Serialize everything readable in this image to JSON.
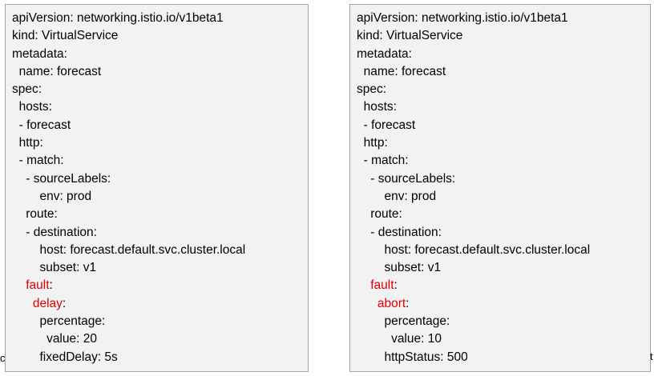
{
  "left_panel": {
    "lines": [
      {
        "text": "apiVersion: networking.istio.io/v1beta1"
      },
      {
        "text": "kind: VirtualService"
      },
      {
        "text": "metadata:"
      },
      {
        "text": "  name: forecast"
      },
      {
        "text": "spec:"
      },
      {
        "text": "  hosts:"
      },
      {
        "text": "  - forecast"
      },
      {
        "text": "  http:"
      },
      {
        "text": "  - match:"
      },
      {
        "text": "    - sourceLabels:"
      },
      {
        "text": "        env: prod"
      },
      {
        "text": "    route:"
      },
      {
        "text": "    - destination:"
      },
      {
        "text": "        host: forecast.default.svc.cluster.local"
      },
      {
        "text": "        subset: v1"
      },
      {
        "key": "    fault",
        "rest": ":"
      },
      {
        "key": "      delay",
        "rest": ":"
      },
      {
        "text": "        percentage:"
      },
      {
        "text": "          value: 20"
      },
      {
        "text": "        fixedDelay: 5s"
      }
    ]
  },
  "right_panel": {
    "lines": [
      {
        "text": "apiVersion: networking.istio.io/v1beta1"
      },
      {
        "text": "kind: VirtualService"
      },
      {
        "text": "metadata:"
      },
      {
        "text": "  name: forecast"
      },
      {
        "text": "spec:"
      },
      {
        "text": "  hosts:"
      },
      {
        "text": "  - forecast"
      },
      {
        "text": "  http:"
      },
      {
        "text": "  - match:"
      },
      {
        "text": "    - sourceLabels:"
      },
      {
        "text": "        env: prod"
      },
      {
        "text": "    route:"
      },
      {
        "text": "    - destination:"
      },
      {
        "text": "        host: forecast.default.svc.cluster.local"
      },
      {
        "text": "        subset: v1"
      },
      {
        "key": "    fault",
        "rest": ":"
      },
      {
        "key": "      abort",
        "rest": ":"
      },
      {
        "text": "        percentage:"
      },
      {
        "text": "          value: 10"
      },
      {
        "text": "        httpStatus: 500"
      }
    ]
  },
  "edge_fragments": {
    "left": "c",
    "right": "t"
  },
  "colors": {
    "highlight": "#e00000",
    "panel_background": "#f2f2f2",
    "panel_border": "#a6a6a6"
  }
}
